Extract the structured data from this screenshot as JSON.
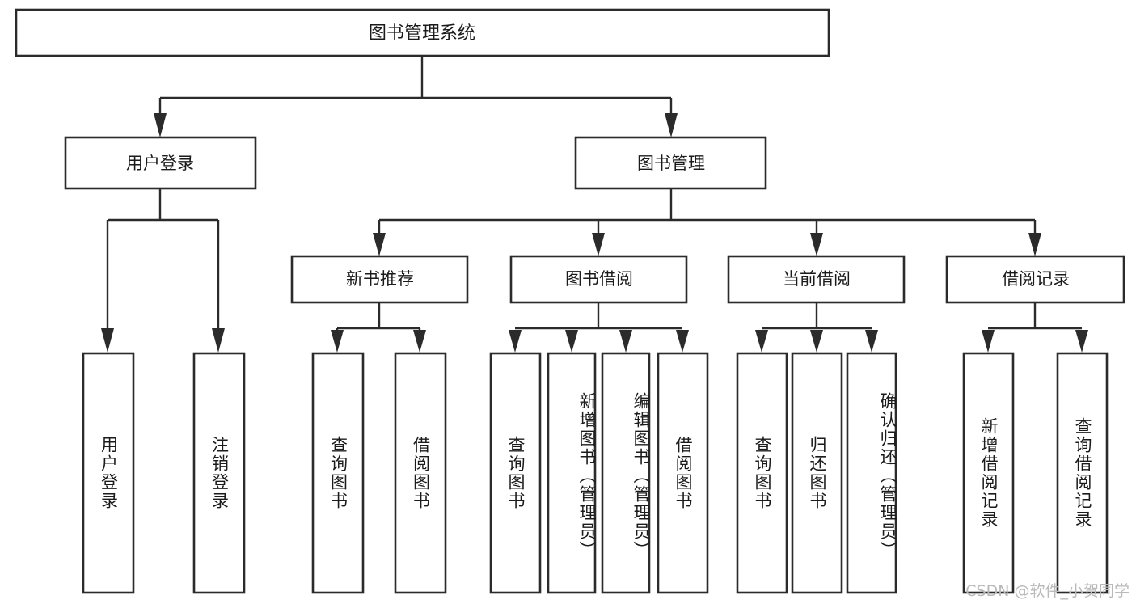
{
  "diagram": {
    "title": "图书管理系统",
    "type": "tree",
    "watermark": "CSDN @软件_小贺同学",
    "colors": {
      "box_stroke": "#2b2b2b",
      "box_fill": "#ffffff",
      "text": "#1b1b1b",
      "connector": "#2b2b2b",
      "background": "#ffffff",
      "watermark": "#b9b9b9"
    },
    "levels": {
      "root": {
        "label": "图书管理系统"
      },
      "level2": [
        {
          "id": "user-login",
          "label": "用户登录"
        },
        {
          "id": "book-management",
          "label": "图书管理"
        }
      ],
      "level3": [
        {
          "id": "new-book-recommend",
          "label": "新书推荐",
          "parent": "book-management"
        },
        {
          "id": "book-borrow",
          "label": "图书借阅",
          "parent": "book-management"
        },
        {
          "id": "current-borrow",
          "label": "当前借阅",
          "parent": "book-management"
        },
        {
          "id": "borrow-record",
          "label": "借阅记录",
          "parent": "book-management"
        }
      ],
      "leaves": [
        {
          "id": "leaf-user-login",
          "label": "用户登录",
          "parent": "user-login",
          "align": "center"
        },
        {
          "id": "leaf-logout-login",
          "label": "注销登录",
          "parent": "user-login",
          "align": "center"
        },
        {
          "id": "leaf-query-book-1",
          "label": "查询图书",
          "parent": "new-book-recommend",
          "align": "center"
        },
        {
          "id": "leaf-borrow-book-1",
          "label": "借阅图书",
          "parent": "new-book-recommend",
          "align": "center"
        },
        {
          "id": "leaf-query-book-2",
          "label": "查询图书",
          "parent": "book-borrow",
          "align": "center"
        },
        {
          "id": "leaf-add-book",
          "label": "新增图书（管理员）",
          "parent": "book-borrow",
          "align": "top"
        },
        {
          "id": "leaf-edit-book",
          "label": "编辑图书（管理员）",
          "parent": "book-borrow",
          "align": "top"
        },
        {
          "id": "leaf-borrow-book-2",
          "label": "借阅图书",
          "parent": "book-borrow",
          "align": "center"
        },
        {
          "id": "leaf-query-book-3",
          "label": "查询图书",
          "parent": "current-borrow",
          "align": "center"
        },
        {
          "id": "leaf-return-book",
          "label": "归还图书",
          "parent": "current-borrow",
          "align": "center"
        },
        {
          "id": "leaf-confirm-return",
          "label": "确认归还（管理员）",
          "parent": "current-borrow",
          "align": "top"
        },
        {
          "id": "leaf-add-record",
          "label": "新增借阅记录",
          "parent": "borrow-record",
          "align": "center"
        },
        {
          "id": "leaf-query-record",
          "label": "查询借阅记录",
          "parent": "borrow-record",
          "align": "center"
        }
      ]
    }
  }
}
